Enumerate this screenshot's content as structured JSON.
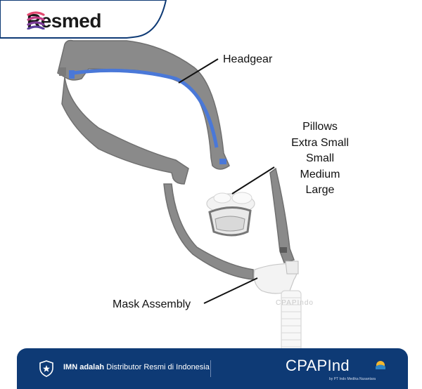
{
  "brand": {
    "name": "Resmed"
  },
  "labels": {
    "headgear": "Headgear",
    "pillows_title": "Pillows",
    "pillow_sizes": [
      "Extra Small",
      "Small",
      "Medium",
      "Large"
    ],
    "mask_assembly": "Mask Assembly"
  },
  "watermark": "CPAPIndo",
  "footer": {
    "distributor_bold": "IMN adalah",
    "distributor_rest": " Distributor Resmi di Indonesia",
    "logo_text": "CPAPInd",
    "logo_sub": "by PT Indo Medika Nusantara"
  },
  "colors": {
    "strap_gray": "#858585",
    "strap_blue": "#4a78d8",
    "footer_blue": "#0e3a75",
    "brand_pink": "#e2486f",
    "brand_purple": "#5b3c9b"
  }
}
